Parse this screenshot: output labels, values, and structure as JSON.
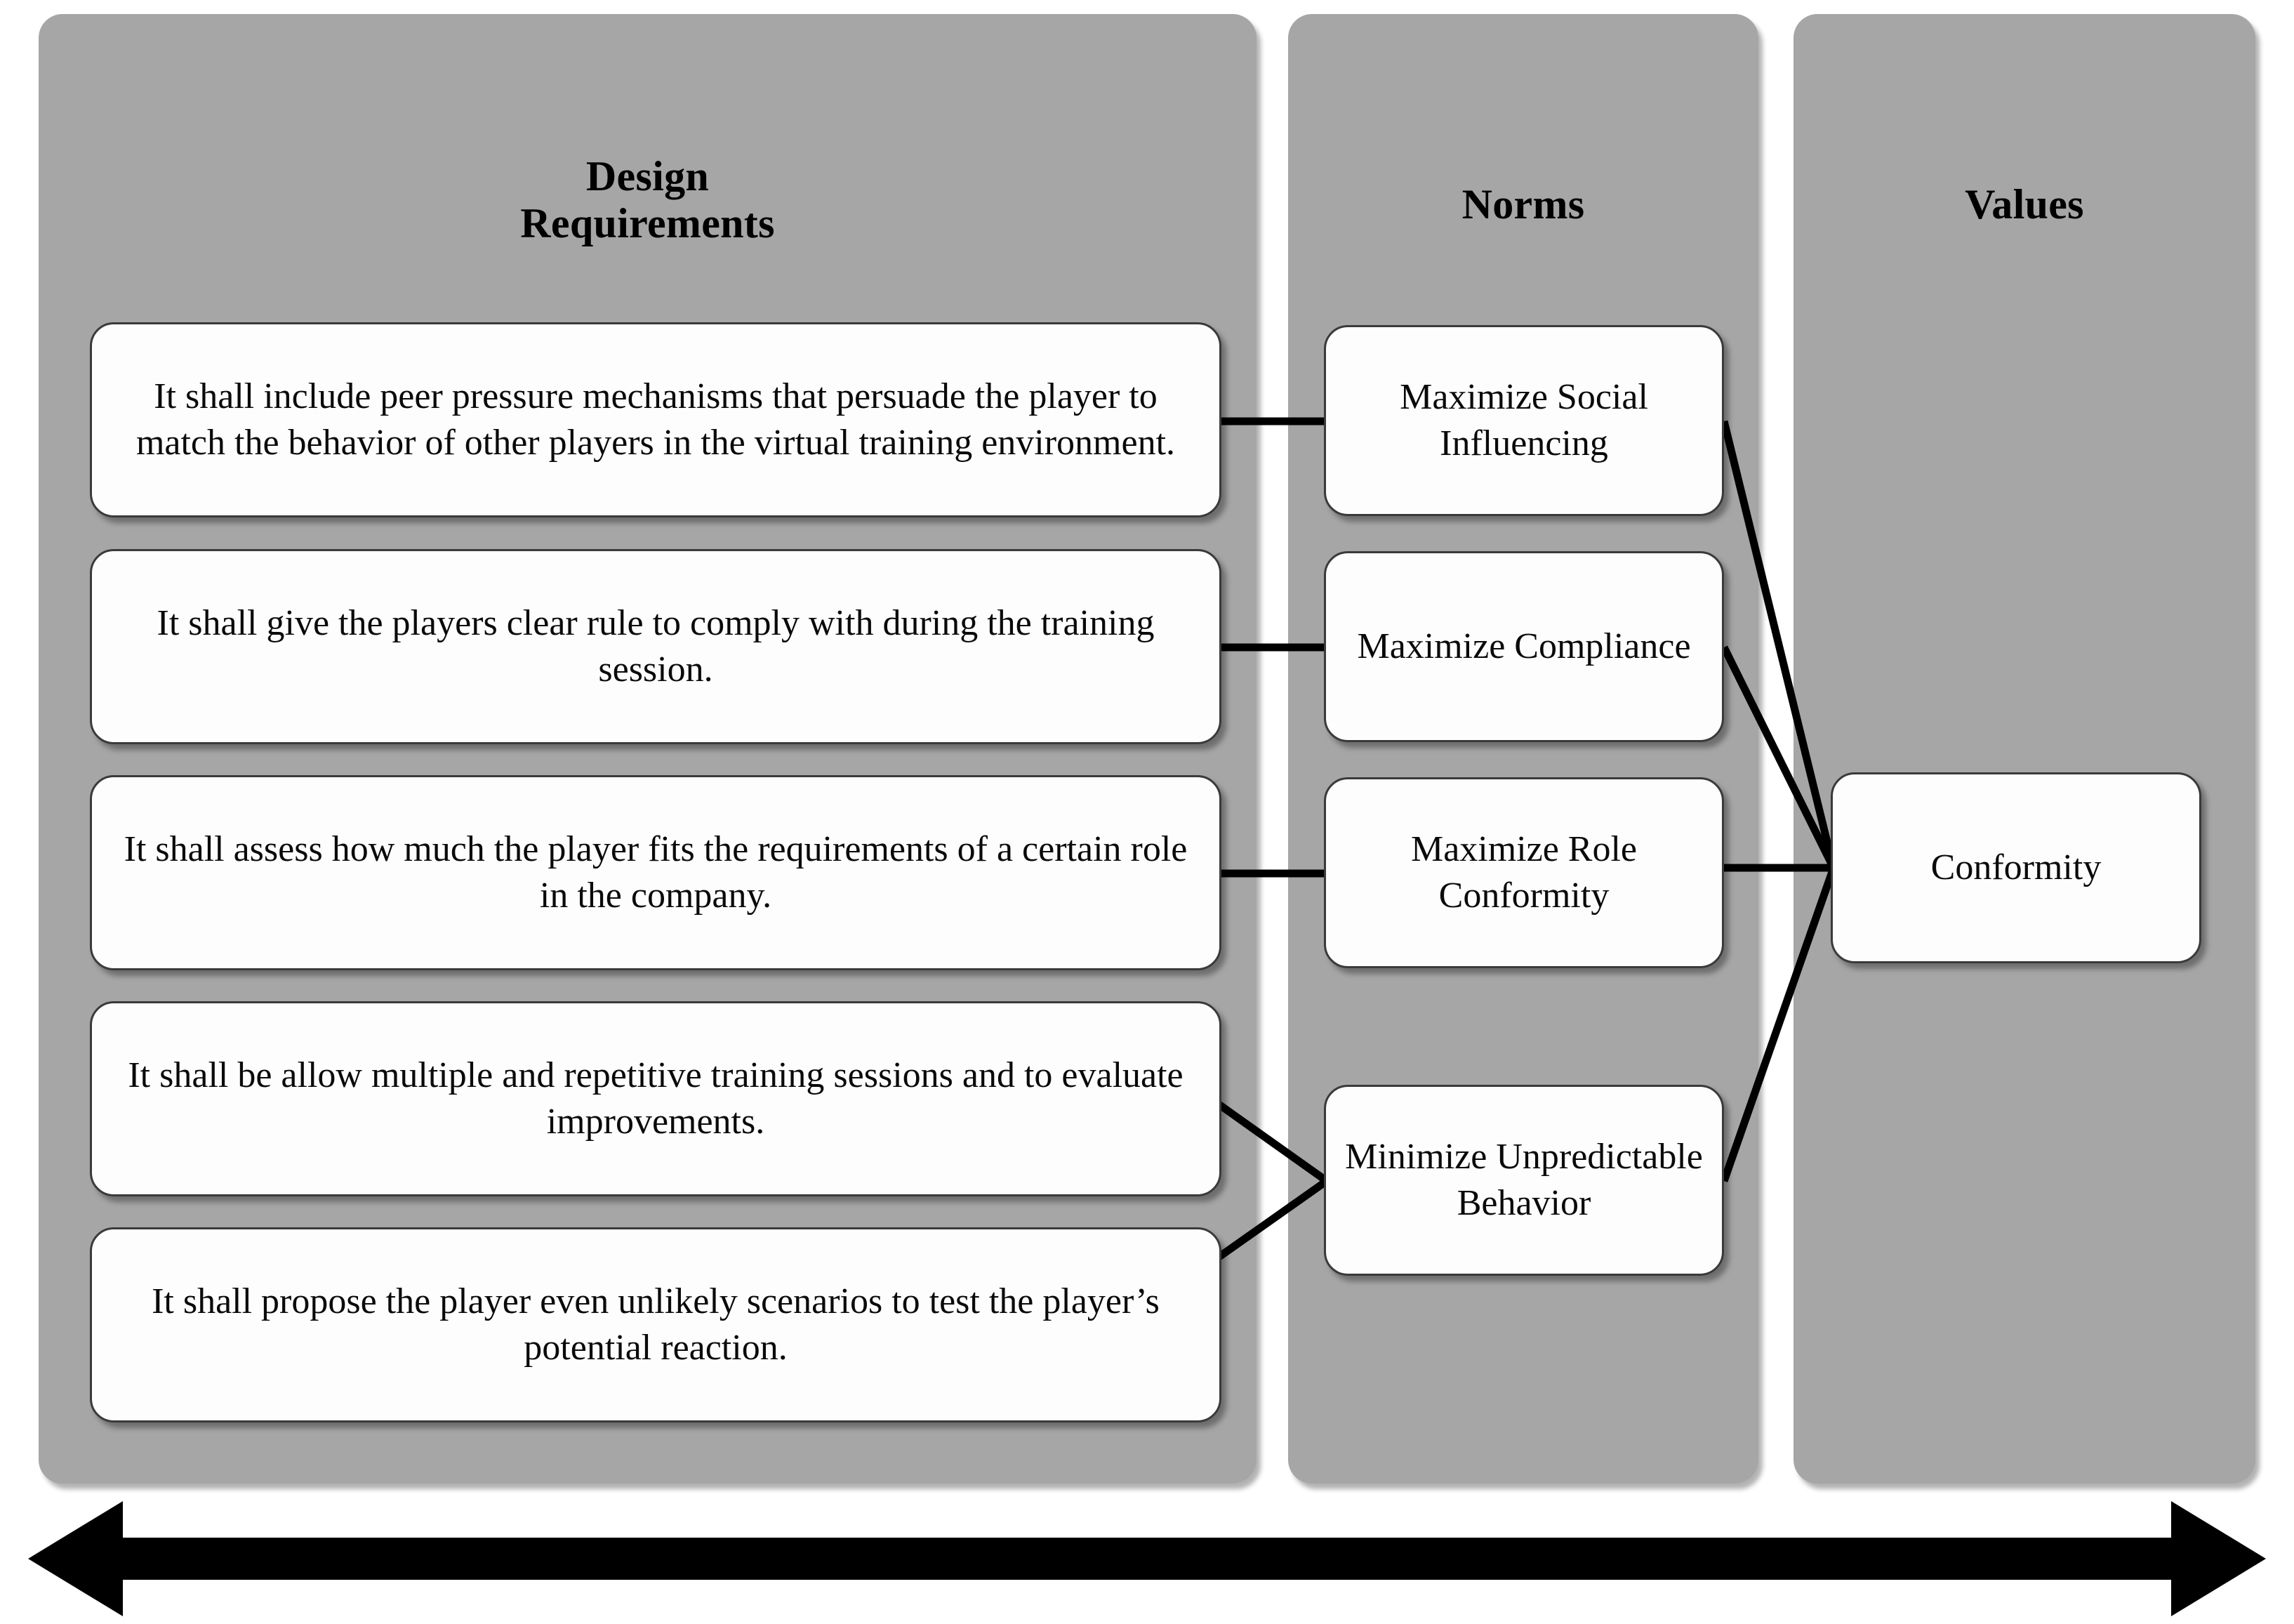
{
  "diagram": {
    "title_columns": {
      "requirements": "Design\nRequirements",
      "requirements_line1": "Design",
      "requirements_line2": "Requirements",
      "norms": "Norms",
      "values": "Values"
    },
    "colors": {
      "panel_gray": "#a6a6a6",
      "node_fill": "#fdfdfd",
      "node_border": "#3a3a3a",
      "connector": "#000000",
      "arrow": "#000000",
      "page_background": "#ffffff"
    },
    "columns": [
      {
        "id": "design-requirements",
        "heading": "Design Requirements",
        "nodes": [
          {
            "id": "req-0",
            "label": "It shall include peer pressure mechanisms that persuade the player to match the behavior of other players in the virtual training environment."
          },
          {
            "id": "req-1",
            "label": "It shall give the players clear rule to comply with during the training session."
          },
          {
            "id": "req-2",
            "label": "It shall assess how much the player fits the requirements of a certain role in the company."
          },
          {
            "id": "req-3",
            "label": "It shall be allow multiple and repetitive training sessions and to evaluate improvements."
          },
          {
            "id": "req-4",
            "label": "It shall propose the player even unlikely scenarios to test the player’s potential reaction."
          }
        ]
      },
      {
        "id": "norms",
        "heading": "Norms",
        "nodes": [
          {
            "id": "norm-0",
            "label": "Maximize Social Influencing"
          },
          {
            "id": "norm-1",
            "label": "Maximize Compliance"
          },
          {
            "id": "norm-2",
            "label": "Maximize Role Conformity"
          },
          {
            "id": "norm-3",
            "label": "Minimize Unpredictable Behavior"
          }
        ]
      },
      {
        "id": "values",
        "heading": "Values",
        "nodes": [
          {
            "id": "value-0",
            "label": "Conformity"
          }
        ]
      }
    ],
    "edges": [
      {
        "from": "req-0",
        "to": "norm-0",
        "style": "straight-horizontal"
      },
      {
        "from": "req-1",
        "to": "norm-1",
        "style": "straight-horizontal"
      },
      {
        "from": "req-2",
        "to": "norm-2",
        "style": "straight-horizontal"
      },
      {
        "from": "req-3",
        "to": "norm-3",
        "style": "diagonal"
      },
      {
        "from": "req-4",
        "to": "norm-3",
        "style": "diagonal"
      },
      {
        "from": "norm-0",
        "to": "value-0",
        "style": "diagonal"
      },
      {
        "from": "norm-1",
        "to": "value-0",
        "style": "diagonal"
      },
      {
        "from": "norm-2",
        "to": "value-0",
        "style": "straight-horizontal"
      },
      {
        "from": "norm-3",
        "to": "value-0",
        "style": "diagonal"
      }
    ],
    "axis": {
      "name": "abstraction-axis",
      "direction": "bidirectional",
      "label": ""
    }
  }
}
